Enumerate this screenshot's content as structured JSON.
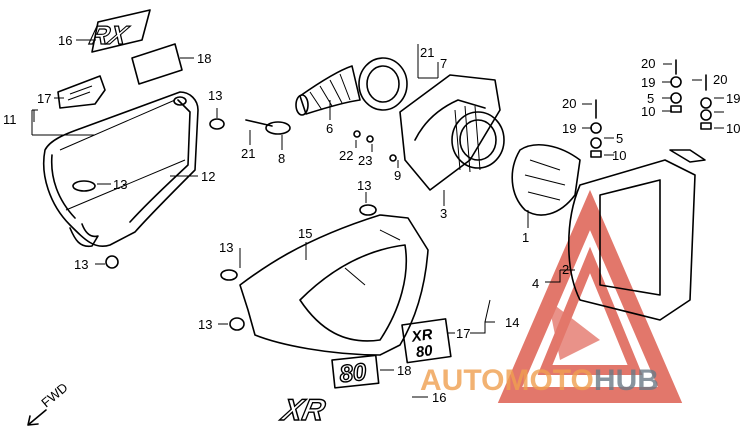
{
  "callouts": {
    "c1": "1",
    "c2": "2",
    "c3": "3",
    "c4": "4",
    "c5a": "5",
    "c5b": "5",
    "c6": "6",
    "c7": "7",
    "c8": "8",
    "c9": "9",
    "c10a": "10",
    "c10b": "10",
    "c10c": "10",
    "c11": "11",
    "c12": "12",
    "c13a": "13",
    "c13b": "13",
    "c13c": "13",
    "c13d": "13",
    "c13e": "13",
    "c13f": "13",
    "c14": "14",
    "c15": "15",
    "c16a": "16",
    "c16b": "16",
    "c17a": "17",
    "c17b": "17",
    "c18a": "18",
    "c18b": "18",
    "c19a": "19",
    "c19b": "19",
    "c19c": "19",
    "c20a": "20",
    "c20b": "20",
    "c20c": "20",
    "c21a": "21",
    "c21b": "21",
    "c22": "22",
    "c23": "23"
  },
  "emblems": {
    "rx": "RX",
    "xr": "XR",
    "xr80": "XR",
    "xr80_num": "80",
    "num80": "80"
  },
  "fwd_label": "FWD",
  "watermark": {
    "text_left": "AUTOMOTO",
    "text_right": "HUB",
    "color_red": "#d94a3a",
    "color_orange": "#f0a050",
    "color_gray": "#6b7a86"
  }
}
